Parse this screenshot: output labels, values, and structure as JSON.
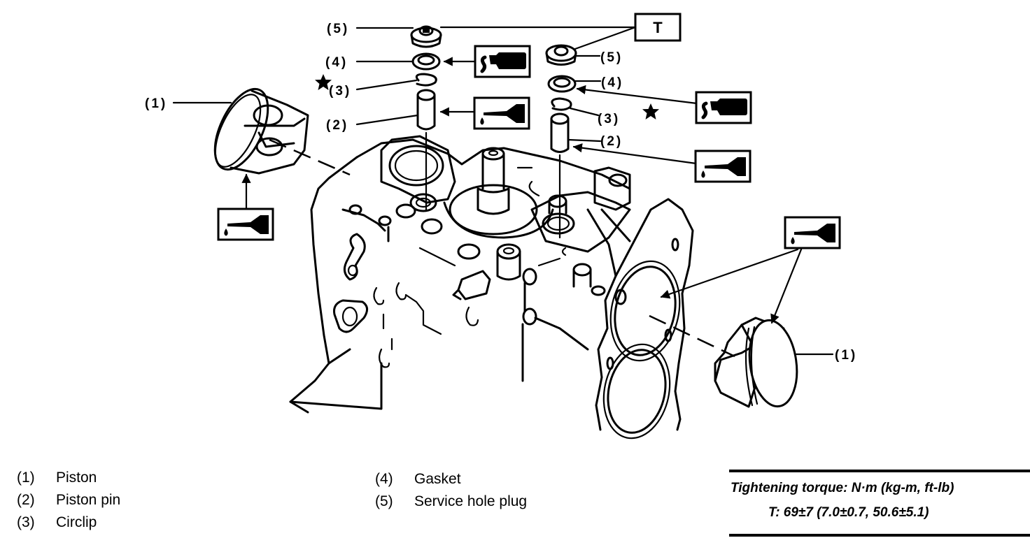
{
  "diagram": {
    "title": "Piston and piston pin installation",
    "callouts": {
      "left_piston": "(1)",
      "right_piston": "(1)",
      "left_plug": "(5)",
      "left_gasket": "(4)",
      "left_circlip": "(3)",
      "left_pin": "(2)",
      "right_plug": "(5)",
      "right_gasket": "(4)",
      "right_circlip": "(3)",
      "right_pin": "(2)"
    },
    "torque_marker": "T",
    "symbols": {
      "sealant": "liquid-gasket-icon",
      "oil": "engine-oil-icon",
      "replace": "star-icon"
    }
  },
  "legend": {
    "left": [
      {
        "num": "(1)",
        "label": "Piston"
      },
      {
        "num": "(2)",
        "label": "Piston pin"
      },
      {
        "num": "(3)",
        "label": "Circlip"
      }
    ],
    "right": [
      {
        "num": "(4)",
        "label": "Gasket"
      },
      {
        "num": "(5)",
        "label": "Service hole plug"
      }
    ]
  },
  "torque": {
    "title": "Tightening torque: N·m (kg-m, ft-lb)",
    "value": "T: 69±7 (7.0±0.7, 50.6±5.1)"
  }
}
